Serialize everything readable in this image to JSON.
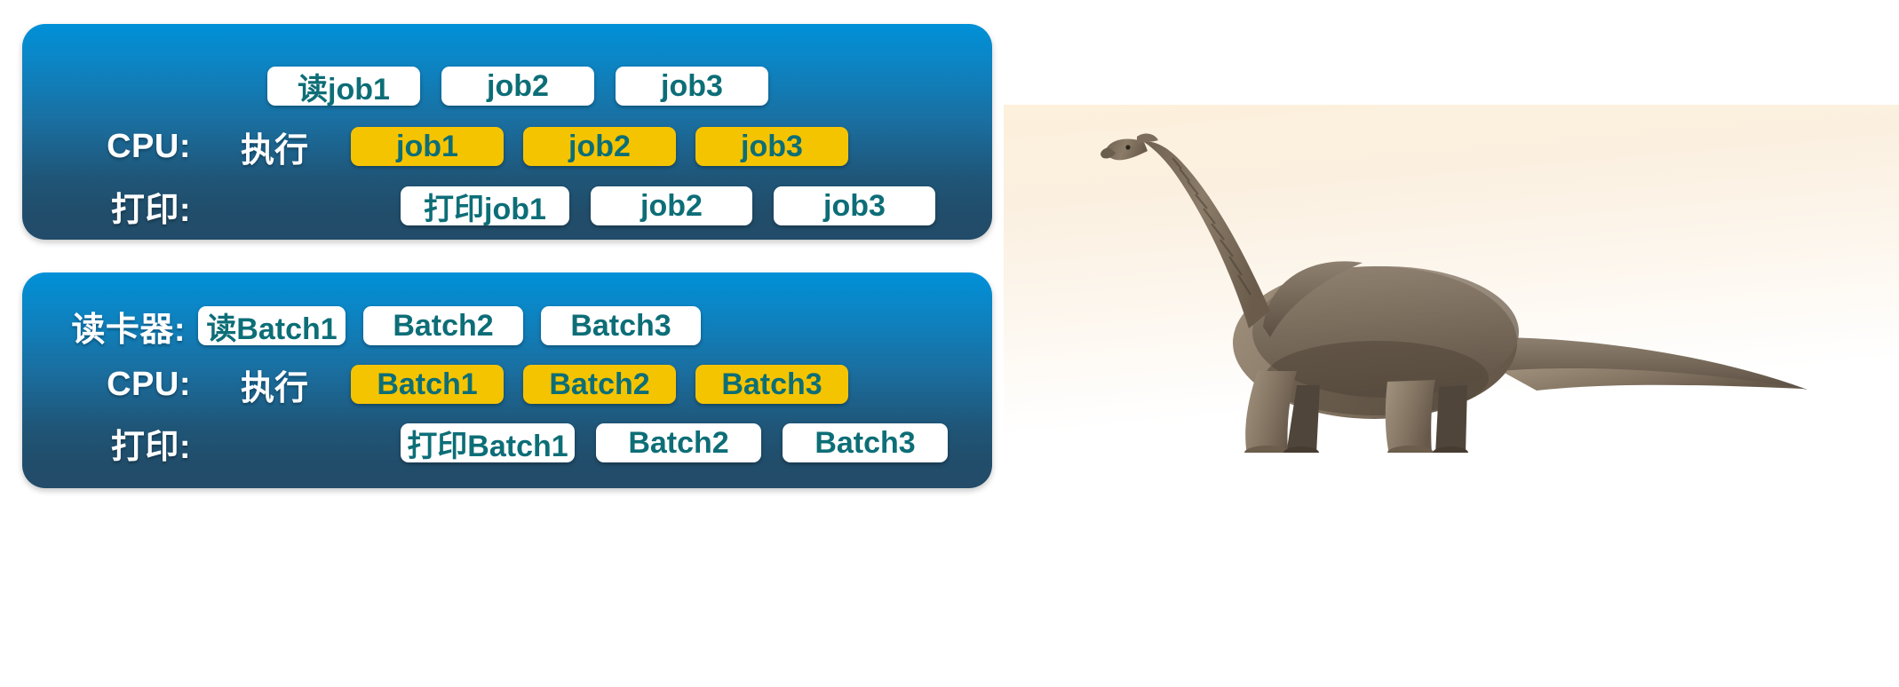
{
  "diagram": {
    "title": "",
    "colors": {
      "panel_top": "#0090d8",
      "panel_bottom": "#224c69",
      "chip_white_bg": "#ffffff",
      "chip_gold_bg": "#f5c400",
      "chip_text": "#0d6e77",
      "label_text": "#ffffff"
    },
    "panels": [
      {
        "id": "jobs",
        "rows": [
          {
            "id": "read",
            "label": "",
            "verb": "",
            "chips": [
              {
                "text": "读job1",
                "style": "white"
              },
              {
                "text": "job2",
                "style": "white"
              },
              {
                "text": "job3",
                "style": "white"
              }
            ]
          },
          {
            "id": "cpu",
            "label": "CPU:",
            "verb": "执行",
            "chips": [
              {
                "text": "job1",
                "style": "gold"
              },
              {
                "text": "job2",
                "style": "gold"
              },
              {
                "text": "job3",
                "style": "gold"
              }
            ]
          },
          {
            "id": "print",
            "label": "打印:",
            "verb": "",
            "chips": [
              {
                "text": "打印job1",
                "style": "white"
              },
              {
                "text": "job2",
                "style": "white"
              },
              {
                "text": "job3",
                "style": "white"
              }
            ]
          }
        ]
      },
      {
        "id": "batch",
        "rows": [
          {
            "id": "cardreader",
            "label": "读卡器:",
            "verb": "",
            "chips": [
              {
                "text": "读Batch1",
                "style": "white"
              },
              {
                "text": "Batch2",
                "style": "white"
              },
              {
                "text": "Batch3",
                "style": "white"
              }
            ]
          },
          {
            "id": "cpu",
            "label": "CPU:",
            "verb": "执行",
            "chips": [
              {
                "text": "Batch1",
                "style": "gold"
              },
              {
                "text": "Batch2",
                "style": "gold"
              },
              {
                "text": "Batch3",
                "style": "gold"
              }
            ]
          },
          {
            "id": "print",
            "label": "打印:",
            "verb": "",
            "chips": [
              {
                "text": "打印Batch1",
                "style": "white"
              },
              {
                "text": "Batch2",
                "style": "white"
              },
              {
                "text": "Batch3",
                "style": "white"
              }
            ]
          }
        ]
      }
    ],
    "illustration": {
      "name": "brachiosaurus-dinosaur",
      "caption": ""
    }
  }
}
